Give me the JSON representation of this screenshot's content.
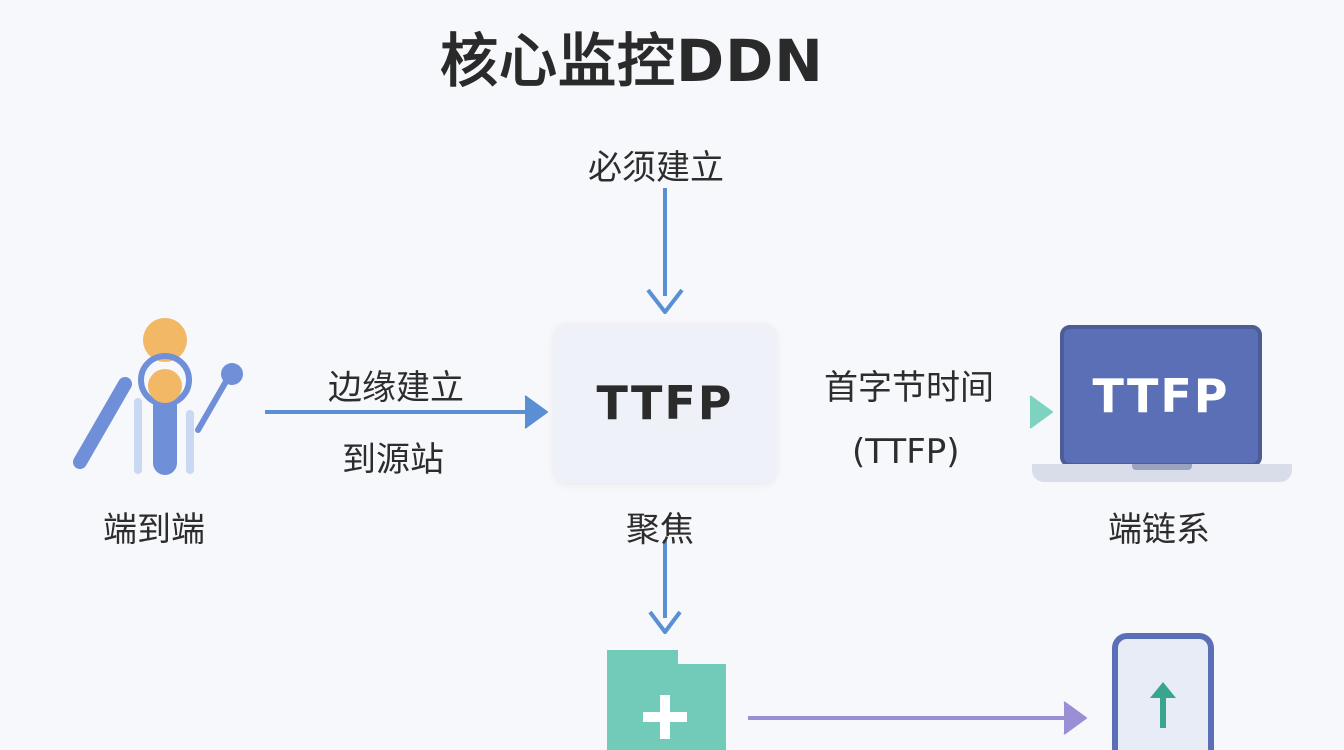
{
  "title": "核心监控DDN",
  "top_label": "必须建立",
  "left_arrow": {
    "line1": "边缘建立",
    "line2": "到源站"
  },
  "left_node": {
    "label": "端到端",
    "icon": "person-pole-icon"
  },
  "center_node": {
    "text": "TTFP",
    "label": "聚焦"
  },
  "right_arrow": {
    "line1": "首字节时间",
    "line2": "(TTFP)"
  },
  "right_node": {
    "screen_text": "TTFP",
    "label": "端链系",
    "icon": "laptop-icon"
  },
  "bottom_left_icon": "add-folder-icon",
  "bottom_right_icon": "phone-upload-icon",
  "colors": {
    "blue_arrow": "#5b8fd4",
    "teal_arrow": "#7dd3c0",
    "purple_arrow": "#9a8fd4",
    "teal_folder": "#72cbb8",
    "laptop_screen": "#5b6fb6"
  }
}
